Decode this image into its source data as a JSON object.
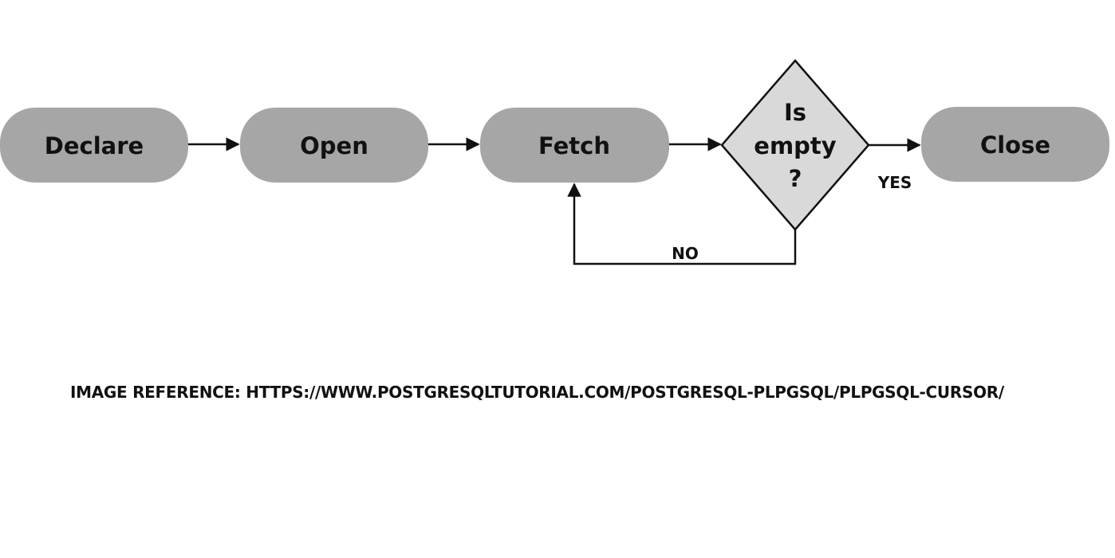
{
  "diagram": {
    "nodes": {
      "declare": "Declare",
      "open": "Open",
      "fetch": "Fetch",
      "decision": [
        "Is",
        "empty",
        "?"
      ],
      "close": "Close"
    },
    "edge_labels": {
      "yes": "YES",
      "no": "NO"
    },
    "colors": {
      "process_fill": "#a6a6a6",
      "decision_fill": "#d9d9d9",
      "line": "#111111",
      "text": "#111111"
    }
  },
  "reference": "IMAGE REFERENCE: HTTPS://WWW.POSTGRESQLTUTORIAL.COM/POSTGRESQL-PLPGSQL/PLPGSQL-CURSOR/"
}
